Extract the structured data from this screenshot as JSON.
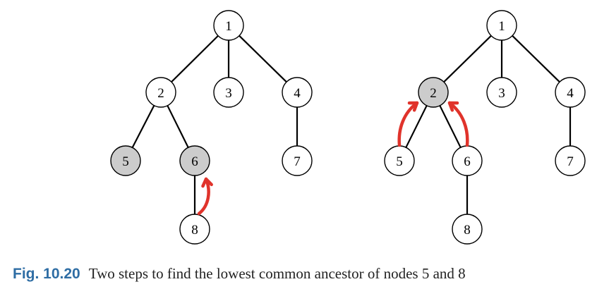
{
  "colors": {
    "node_fill": "#ffffff",
    "node_highlight": "#cccccc",
    "arrow": "#e0332b",
    "caption_label": "#2e6da4"
  },
  "trees": [
    {
      "name": "step-1",
      "nodes": [
        {
          "id": "1",
          "label": "1",
          "highlighted": false
        },
        {
          "id": "2",
          "label": "2",
          "highlighted": false
        },
        {
          "id": "3",
          "label": "3",
          "highlighted": false
        },
        {
          "id": "4",
          "label": "4",
          "highlighted": false
        },
        {
          "id": "5",
          "label": "5",
          "highlighted": true
        },
        {
          "id": "6",
          "label": "6",
          "highlighted": true
        },
        {
          "id": "7",
          "label": "7",
          "highlighted": false
        },
        {
          "id": "8",
          "label": "8",
          "highlighted": false
        }
      ],
      "edges": [
        [
          "1",
          "2"
        ],
        [
          "1",
          "3"
        ],
        [
          "1",
          "4"
        ],
        [
          "2",
          "5"
        ],
        [
          "2",
          "6"
        ],
        [
          "4",
          "7"
        ],
        [
          "6",
          "8"
        ]
      ],
      "arrows": [
        {
          "from": "8",
          "to": "6"
        }
      ]
    },
    {
      "name": "step-2",
      "nodes": [
        {
          "id": "1",
          "label": "1",
          "highlighted": false
        },
        {
          "id": "2",
          "label": "2",
          "highlighted": true
        },
        {
          "id": "3",
          "label": "3",
          "highlighted": false
        },
        {
          "id": "4",
          "label": "4",
          "highlighted": false
        },
        {
          "id": "5",
          "label": "5",
          "highlighted": false
        },
        {
          "id": "6",
          "label": "6",
          "highlighted": false
        },
        {
          "id": "7",
          "label": "7",
          "highlighted": false
        },
        {
          "id": "8",
          "label": "8",
          "highlighted": false
        }
      ],
      "edges": [
        [
          "1",
          "2"
        ],
        [
          "1",
          "3"
        ],
        [
          "1",
          "4"
        ],
        [
          "2",
          "5"
        ],
        [
          "2",
          "6"
        ],
        [
          "4",
          "7"
        ],
        [
          "6",
          "8"
        ]
      ],
      "arrows": [
        {
          "from": "5",
          "to": "2"
        },
        {
          "from": "6",
          "to": "2"
        }
      ]
    }
  ],
  "caption": {
    "label": "Fig. 10.20",
    "text": "Two steps to find the lowest common ancestor of nodes 5 and 8"
  }
}
